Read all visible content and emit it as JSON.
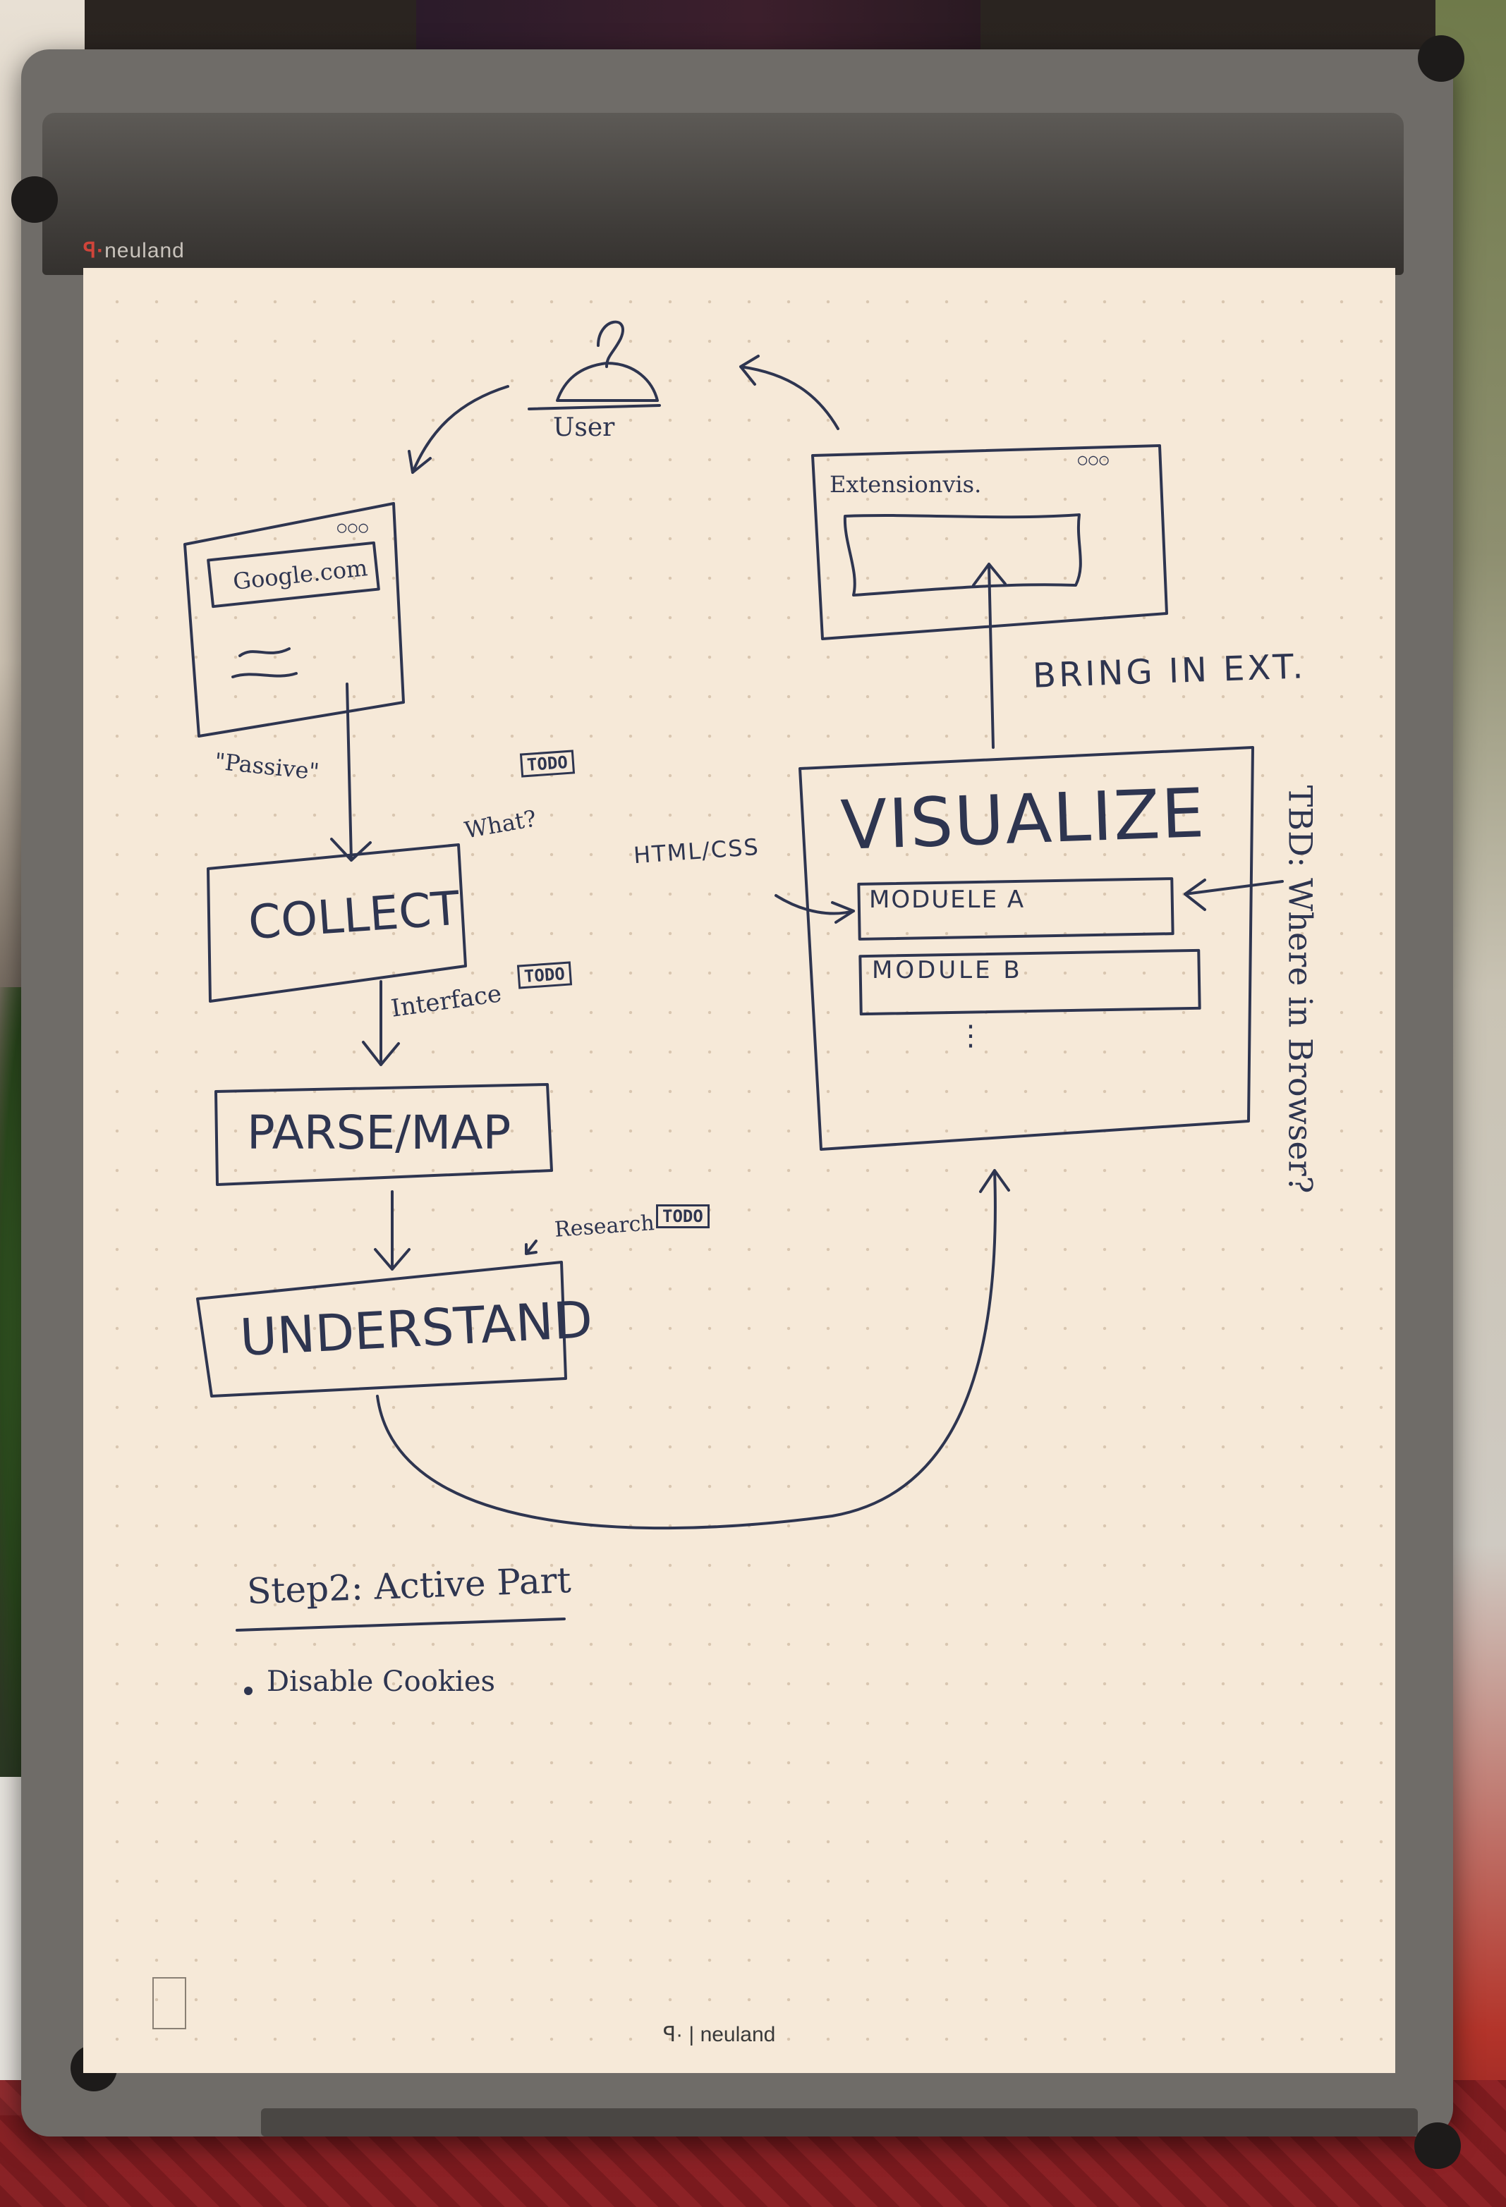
{
  "brand": {
    "name": "neuland",
    "mark": "ꟼ·"
  },
  "diagram": {
    "user": "User",
    "browser_url": "Google.com",
    "passive": "\"Passive\"",
    "what": "What?",
    "interface": "Interface",
    "research": "Research",
    "todo": "TODO",
    "collect": "COLLECT",
    "parse_map": "PARSE/MAP",
    "understand": "UNDERSTAND",
    "visualize": "VISUALIZE",
    "module_a": "MODUELE A",
    "module_b": "MODULE B",
    "ellipsis": "⋮",
    "html_css": "HTML/CSS",
    "extension_vis": "Extensionvis.",
    "bring_in_ext": "BRING IN EXT.",
    "tbd": "TBD: Where in Browser?",
    "window_dots": "○○○"
  },
  "notes": {
    "step2_title": "Step2: Active Part",
    "bullet_1": "Disable Cookies"
  }
}
